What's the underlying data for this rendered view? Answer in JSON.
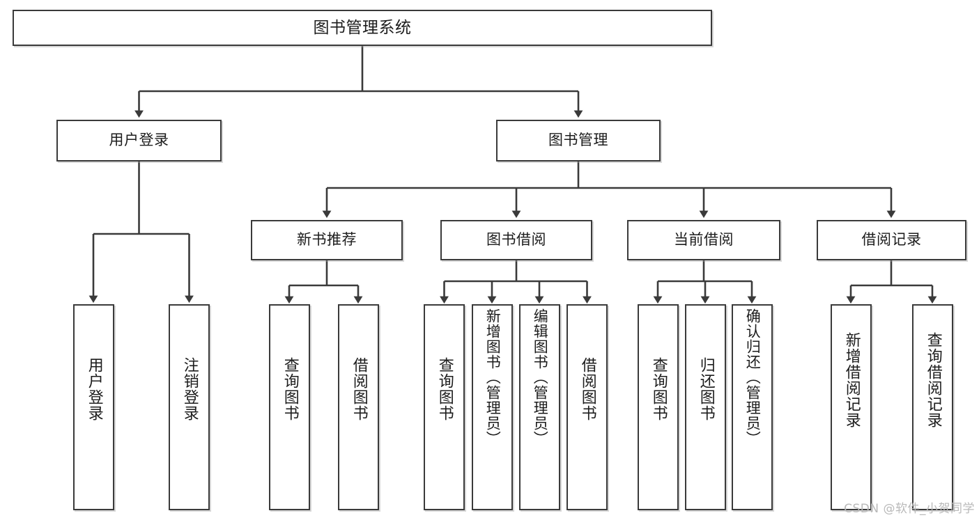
{
  "diagram": {
    "title": "图书管理系统",
    "type": "tree",
    "colors": {
      "box_border": "#3a3a3a",
      "box_fill": "#ffffff",
      "edge": "#3a3a3a",
      "text": "#1c1c1c",
      "watermark": "#b9b9b9",
      "background": "#ffffff"
    }
  },
  "watermark": {
    "text": "CSDN @软件_小贺同学"
  },
  "nodes": {
    "root": {
      "label": "图书管理系统"
    },
    "level2": [
      {
        "id": "user-login",
        "label": "用户登录"
      },
      {
        "id": "book-manage",
        "label": "图书管理"
      }
    ],
    "level3": [
      {
        "id": "new-book-rec",
        "label": "新书推荐"
      },
      {
        "id": "book-borrow",
        "label": "图书借阅"
      },
      {
        "id": "current-borrow",
        "label": "当前借阅"
      },
      {
        "id": "borrow-record",
        "label": "借阅记录"
      }
    ],
    "leaves": [
      {
        "id": "leaf-user-login",
        "label": "用户登录",
        "parent": "user-login"
      },
      {
        "id": "leaf-user-logout",
        "label": "注销登录",
        "parent": "user-login"
      },
      {
        "id": "leaf-query-book-1",
        "label": "查询图书",
        "parent": "new-book-rec"
      },
      {
        "id": "leaf-borrow-book-1",
        "label": "借阅图书",
        "parent": "new-book-rec"
      },
      {
        "id": "leaf-query-book-2",
        "label": "查询图书",
        "parent": "book-borrow"
      },
      {
        "id": "leaf-add-book",
        "label": "新增图书（管理员）",
        "parent": "book-borrow"
      },
      {
        "id": "leaf-edit-book",
        "label": "编辑图书（管理员）",
        "parent": "book-borrow"
      },
      {
        "id": "leaf-borrow-book-2",
        "label": "借阅图书",
        "parent": "book-borrow"
      },
      {
        "id": "leaf-query-book-3",
        "label": "查询图书",
        "parent": "current-borrow"
      },
      {
        "id": "leaf-return-book",
        "label": "归还图书",
        "parent": "current-borrow"
      },
      {
        "id": "leaf-confirm-return",
        "label": "确认归还（管理员）",
        "parent": "current-borrow"
      },
      {
        "id": "leaf-add-record",
        "label": "新增借阅记录",
        "parent": "borrow-record"
      },
      {
        "id": "leaf-query-record",
        "label": "查询借阅记录",
        "parent": "borrow-record"
      }
    ]
  }
}
